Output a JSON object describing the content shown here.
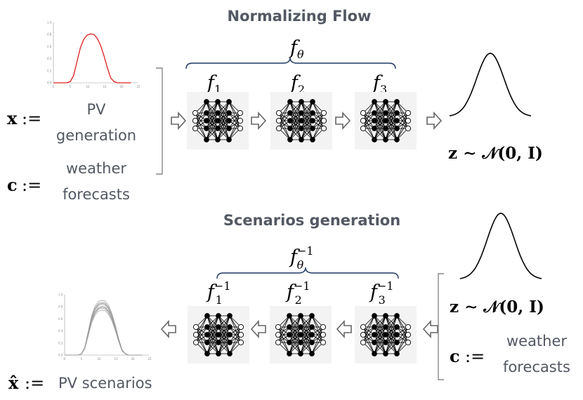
{
  "top": {
    "title": "Normalizing Flow",
    "x_symbol": "x",
    "x_assign": ":=",
    "x_desc_line1": "PV",
    "x_desc_line2": "generation",
    "c_symbol": "c",
    "c_assign": ":=",
    "c_desc_line1": "weather",
    "c_desc_line2": "forecasts",
    "f_theta_base": "f",
    "f_theta_sub": "θ",
    "flows": [
      {
        "base": "f",
        "sub": "1"
      },
      {
        "base": "f",
        "sub": "2"
      },
      {
        "base": "f",
        "sub": "3"
      }
    ],
    "z_text": "z ∼ 𝒩(0, I)"
  },
  "bottom": {
    "title": "Scenarios generation",
    "f_theta_base": "f",
    "f_theta_sub": "θ",
    "f_theta_sup": "−1",
    "flows": [
      {
        "base": "f",
        "sub": "1",
        "sup": "−1"
      },
      {
        "base": "f",
        "sub": "2",
        "sup": "−1"
      },
      {
        "base": "f",
        "sub": "3",
        "sup": "−1"
      }
    ],
    "z_text": "z ∼ 𝒩(0, I)",
    "c_symbol": "c",
    "c_assign": ":=",
    "c_desc_line1": "weather",
    "c_desc_line2": "forecasts",
    "xhat_symbol": "x̂",
    "xhat_assign": ":=",
    "xhat_desc": "PV scenarios"
  },
  "plots": {
    "pv_generation": {
      "y_ticks": [
        "1.0",
        "0.8",
        "0.6",
        "0.4",
        "0.2",
        "0.0"
      ],
      "x_ticks": [
        "0",
        "5",
        "10",
        "15",
        "20",
        "25"
      ],
      "line_color": "#e02020",
      "series": [
        [
          0,
          0
        ],
        [
          1,
          0
        ],
        [
          2,
          0
        ],
        [
          3,
          0
        ],
        [
          4,
          0
        ],
        [
          5,
          0.02
        ],
        [
          6,
          0.12
        ],
        [
          7,
          0.35
        ],
        [
          8,
          0.58
        ],
        [
          9,
          0.72
        ],
        [
          10,
          0.79
        ],
        [
          11,
          0.81
        ],
        [
          12,
          0.8
        ],
        [
          13,
          0.74
        ],
        [
          14,
          0.62
        ],
        [
          15,
          0.45
        ],
        [
          16,
          0.25
        ],
        [
          17,
          0.08
        ],
        [
          18,
          0.02
        ],
        [
          19,
          0
        ],
        [
          20,
          0
        ],
        [
          21,
          0
        ],
        [
          22,
          0
        ],
        [
          23,
          0
        ]
      ]
    },
    "pv_scenarios": {
      "y_ticks": [
        "1.0",
        "0.8",
        "0.6",
        "0.4",
        "0.2",
        "0.0"
      ],
      "x_ticks": [
        "0",
        "5",
        "10",
        "15",
        "20",
        "25"
      ],
      "line_color": "#999999",
      "base_series": [
        [
          0,
          0
        ],
        [
          1,
          0
        ],
        [
          2,
          0
        ],
        [
          3,
          0
        ],
        [
          4,
          0
        ],
        [
          5,
          0.02
        ],
        [
          6,
          0.12
        ],
        [
          7,
          0.35
        ],
        [
          8,
          0.58
        ],
        [
          9,
          0.72
        ],
        [
          10,
          0.79
        ],
        [
          11,
          0.81
        ],
        [
          12,
          0.8
        ],
        [
          13,
          0.74
        ],
        [
          14,
          0.62
        ],
        [
          15,
          0.45
        ],
        [
          16,
          0.25
        ],
        [
          17,
          0.08
        ],
        [
          18,
          0.02
        ],
        [
          19,
          0
        ],
        [
          20,
          0
        ],
        [
          21,
          0
        ],
        [
          22,
          0
        ],
        [
          23,
          0
        ]
      ],
      "scenario_scales": [
        0.92,
        0.96,
        1.0,
        1.04,
        1.08,
        1.12,
        0.98,
        1.06
      ]
    }
  }
}
